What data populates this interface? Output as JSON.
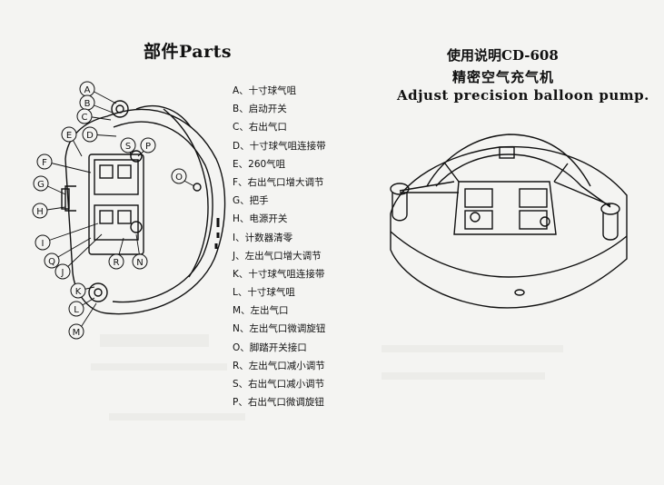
{
  "left_title": "部件Parts",
  "right_title": {
    "line1": "使用说明CD-608",
    "line2": "精密空气充气机",
    "line3": "Adjust precision balloon pump."
  },
  "parts": [
    "A、十寸球气咀",
    "B、启动开关",
    "C、右出气口",
    "D、十寸球气咀连接带",
    "E、260气咀",
    "F、右出气口增大调节",
    "G、把手",
    "H、电源开关",
    "I、计数器清零",
    "J、左出气口增大调节",
    "K、十寸球气咀连接带",
    "L、十寸球气咀",
    "M、左出气口",
    "N、左出气口微调旋钮",
    "O、脚踏开关接口",
    "R、左出气口减小调节",
    "S、右出气口减小调节",
    "P、右出气口微调旋钮"
  ],
  "callouts": [
    "A",
    "B",
    "C",
    "D",
    "E",
    "F",
    "G",
    "H",
    "I",
    "Q",
    "J",
    "K",
    "L",
    "M",
    "S",
    "P",
    "R",
    "N",
    "O"
  ],
  "colors": {
    "ink": "#111111",
    "paper": "#f4f4f2",
    "ghost": "#d9d9d6"
  }
}
